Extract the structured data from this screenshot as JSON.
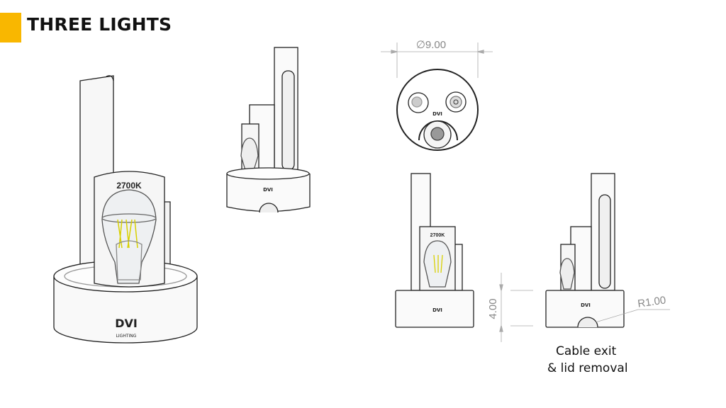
{
  "slide": {
    "title": "THREE LIGHTS",
    "accent_color": "#F9B700"
  },
  "perspective_view": {
    "color_temp_label": "2700K",
    "logo": "DVI",
    "logo_subtext": "LIGHTING"
  },
  "iso_view": {
    "logo": "DVI"
  },
  "top_view": {
    "diameter_label": "∅9.00",
    "logo": "DVI"
  },
  "front_view": {
    "color_temp_label": "2700K",
    "logo": "DVI",
    "height_dimension": "4.00"
  },
  "side_view": {
    "logo": "DVI",
    "radius_dimension": "R1.00"
  },
  "caption": {
    "line1": "Cable exit",
    "line2": "& lid removal"
  }
}
